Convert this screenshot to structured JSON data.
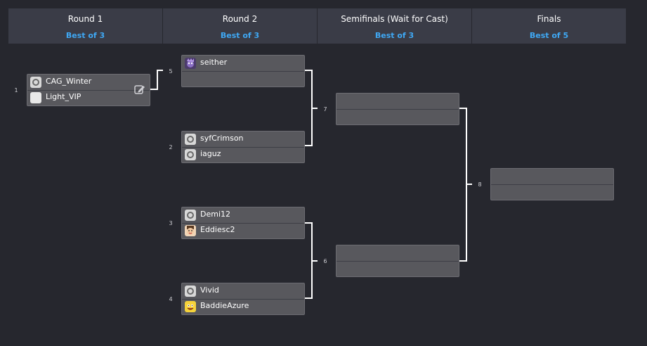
{
  "rounds": [
    {
      "name": "Round 1",
      "best_of": "Best of 3"
    },
    {
      "name": "Round 2",
      "best_of": "Best of 3"
    },
    {
      "name": "Semifinals (Wait for Cast)",
      "best_of": "Best of 3"
    },
    {
      "name": "Finals",
      "best_of": "Best of 5"
    }
  ],
  "matches": {
    "m1": {
      "number": "1",
      "top": "CAG_Winter",
      "bottom": "Light_VIP"
    },
    "m5": {
      "number": "5",
      "top": "seither",
      "bottom": ""
    },
    "m2": {
      "number": "2",
      "top": "syfCrimson",
      "bottom": "iaguz"
    },
    "m3": {
      "number": "3",
      "top": "Demi12",
      "bottom": "Eddiesc2"
    },
    "m4": {
      "number": "4",
      "top": "Vivid",
      "bottom": "BaddieAzure"
    },
    "m7": {
      "number": "7",
      "top": "",
      "bottom": ""
    },
    "m6": {
      "number": "6",
      "top": "",
      "bottom": ""
    },
    "m8": {
      "number": "8",
      "top": "",
      "bottom": ""
    }
  },
  "icons": {
    "edit": "edit-icon",
    "default_avatar": "default-avatar-icon"
  },
  "colors": {
    "background": "#26272e",
    "header_bg": "#3a3c47",
    "accent": "#3fa8f4",
    "match_bg": "#58585d"
  }
}
